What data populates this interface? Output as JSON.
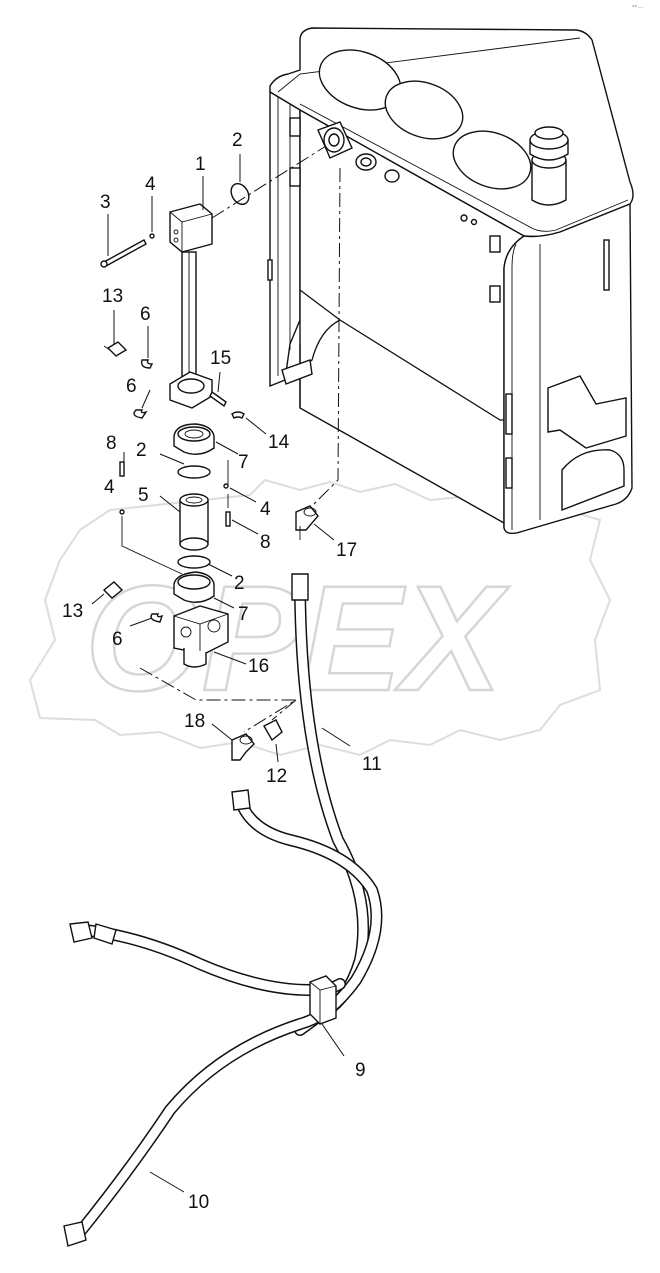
{
  "colors": {
    "line": "#111111",
    "paper": "#ffffff",
    "watermark": "#d9d9d9"
  },
  "corner_mark": "°° ⋯",
  "watermark": {
    "text": "OPEX"
  },
  "callouts": [
    {
      "id": "c1",
      "text": "1"
    },
    {
      "id": "c2a",
      "text": "2"
    },
    {
      "id": "c3",
      "text": "3"
    },
    {
      "id": "c4a",
      "text": "4"
    },
    {
      "id": "c13a",
      "text": "13"
    },
    {
      "id": "c6a",
      "text": "6"
    },
    {
      "id": "c15",
      "text": "15"
    },
    {
      "id": "c6b",
      "text": "6"
    },
    {
      "id": "c14",
      "text": "14"
    },
    {
      "id": "c8a",
      "text": "8"
    },
    {
      "id": "c2b",
      "text": "2"
    },
    {
      "id": "c7a",
      "text": "7"
    },
    {
      "id": "c4b",
      "text": "4"
    },
    {
      "id": "c5",
      "text": "5"
    },
    {
      "id": "c4c",
      "text": "4"
    },
    {
      "id": "c8b",
      "text": "8"
    },
    {
      "id": "c17",
      "text": "17"
    },
    {
      "id": "c2c",
      "text": "2"
    },
    {
      "id": "c13b",
      "text": "13"
    },
    {
      "id": "c7b",
      "text": "7"
    },
    {
      "id": "c6c",
      "text": "6"
    },
    {
      "id": "c16",
      "text": "16"
    },
    {
      "id": "c18",
      "text": "18"
    },
    {
      "id": "c12",
      "text": "12"
    },
    {
      "id": "c11",
      "text": "11"
    },
    {
      "id": "c9",
      "text": "9"
    },
    {
      "id": "c10",
      "text": "10"
    }
  ]
}
